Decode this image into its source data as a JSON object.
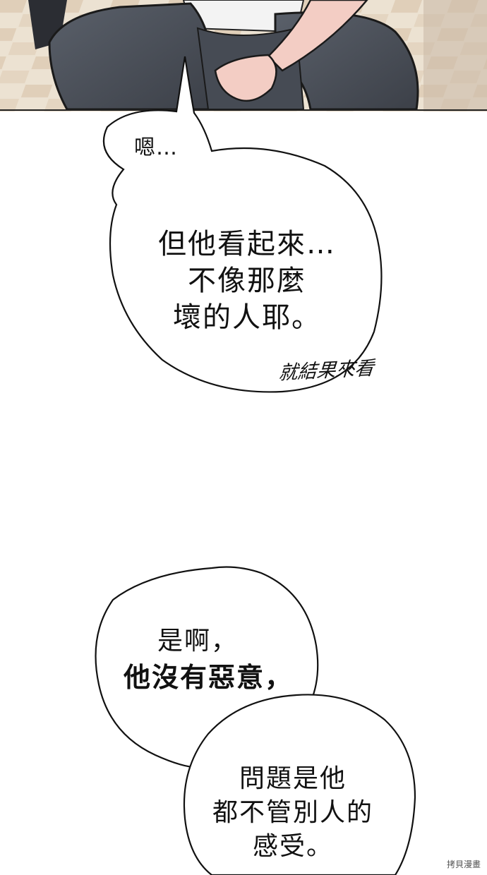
{
  "panel": {
    "bubble1": {
      "line1": "嗯…",
      "line2": "但他看起來…\n不像那麼\n壞的人耶。",
      "sfx": "就結果來看"
    },
    "bubble2": {
      "line1": "是啊，",
      "line2": "他沒有惡意，"
    },
    "bubble3": {
      "text": "問題是他\n都不管別人的\n感受。"
    }
  },
  "watermark": "拷貝漫畫",
  "colors": {
    "floor_light": "#ede3d3",
    "floor_dark": "#c9b8a4",
    "pants": "#4c5159",
    "shirt": "#f2f2f2",
    "skin": "#f3cdc4",
    "outline": "#111111"
  }
}
